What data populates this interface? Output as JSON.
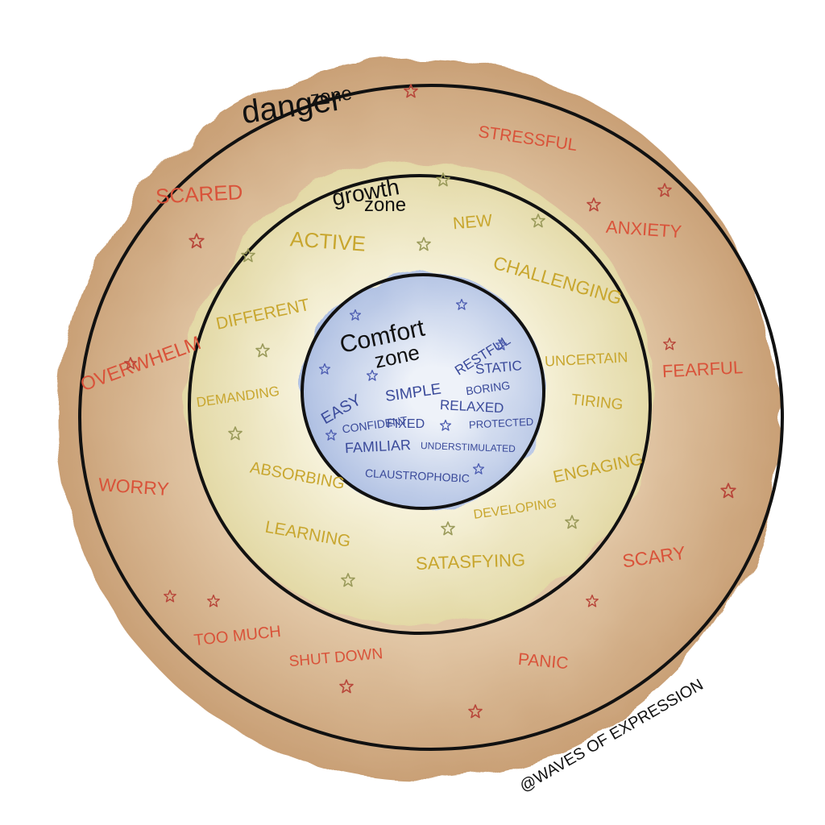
{
  "colors": {
    "danger_ring": "#c9a076",
    "danger_ring_light": "#e2c7a6",
    "growth_ring": "#eae3b8",
    "growth_ring_light": "#f8f4df",
    "comfort_disc": "#b8c8e6",
    "comfort_disc_light": "#e6ecf6",
    "outline": "#111111",
    "danger_text": "#d9533a",
    "growth_text": "#c8a62e",
    "comfort_text": "#3a4a9a",
    "star_danger": "#b8463a",
    "star_growth": "#9a9a5a",
    "star_comfort": "#4a5ab0"
  },
  "danger_zone": {
    "title_line1": "danger",
    "title_line2": "zone",
    "words": [
      "STRESSFUL",
      "SCARED",
      "ANXIETY",
      "OVERWHELM",
      "FEARFUL",
      "WORRY",
      "SCARY",
      "TOO MUCH",
      "SHUT DOWN",
      "PANIC"
    ]
  },
  "growth_zone": {
    "title_line1": "growth",
    "title_line2": "zone",
    "words": [
      "ACTIVE",
      "NEW",
      "DIFFERENT",
      "CHALLENGING",
      "UNCERTAIN",
      "DEMANDING",
      "TIRING",
      "ENGAGING",
      "ABSORBING",
      "DEVELOPING",
      "LEARNING",
      "SATASFYING"
    ]
  },
  "comfort_zone": {
    "title_line1": "Comfort",
    "title_line2": "zone",
    "words": [
      "RESTFUL",
      "STATIC",
      "EASY",
      "SIMPLE",
      "BORING",
      "CONFIDENT",
      "RELAXED",
      "FIXED",
      "PROTECTED",
      "FAMILIAR",
      "UNDERSTIMULATED",
      "CLAUSTROPHOBIC"
    ]
  },
  "credit": "@WAVES OF EXPRESSION",
  "stars": {
    "danger_icon": "star-icon",
    "growth_icon": "star-icon",
    "comfort_icon": "star-icon"
  }
}
